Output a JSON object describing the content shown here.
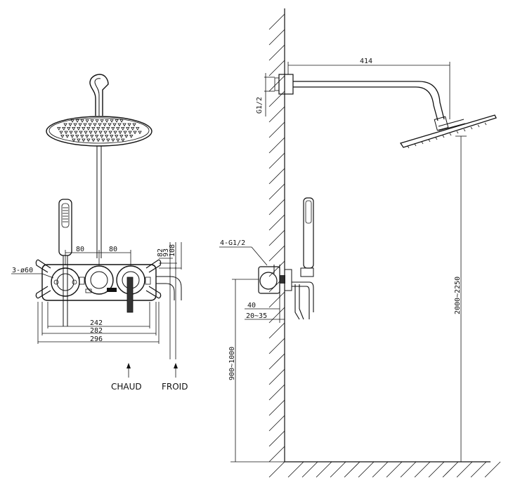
{
  "front_view": {
    "dims": {
      "d80_left": "80",
      "d80_right": "80",
      "d82": "82",
      "d93": "93",
      "d108": "108",
      "holes": "3-ø60",
      "d242": "242",
      "d282": "282",
      "d296": "296"
    },
    "labels": {
      "hot": "CHAUD",
      "cold": "FROID"
    }
  },
  "side_view": {
    "dims": {
      "arm_length": "414",
      "arm_thread": "G1/2",
      "inlets": "4-G1/2",
      "d40": "40",
      "wall_depth": "20~35",
      "valve_height": "900~1000",
      "head_height": "2000~2250"
    }
  }
}
